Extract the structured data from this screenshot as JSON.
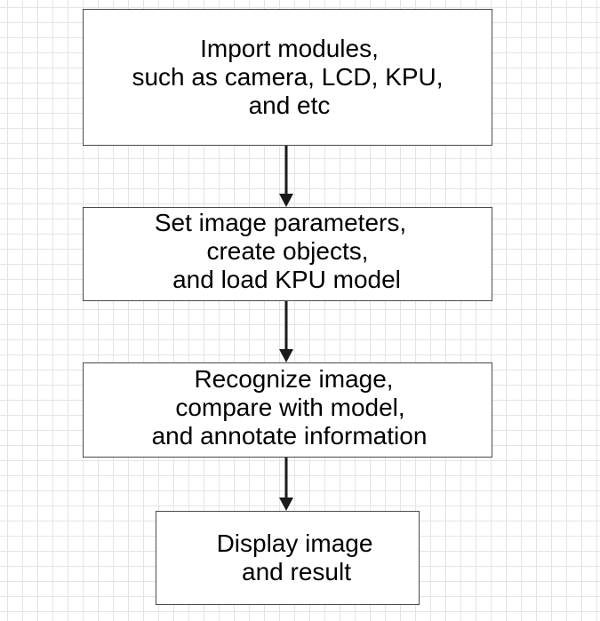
{
  "flowchart": {
    "steps": [
      {
        "lines": [
          "Import modules,",
          "such as camera, LCD, KPU,",
          "and etc"
        ]
      },
      {
        "lines": [
          "Set image parameters,",
          "create objects,",
          "and load KPU model"
        ]
      },
      {
        "lines": [
          "Recognize image,",
          "compare with model,",
          "and annotate information"
        ]
      },
      {
        "lines": [
          "Display image",
          "and result"
        ]
      }
    ]
  },
  "colors": {
    "arrow": "#1a1a1a",
    "box_border": "#4a4a4a",
    "grid": "#e4e4e4"
  }
}
